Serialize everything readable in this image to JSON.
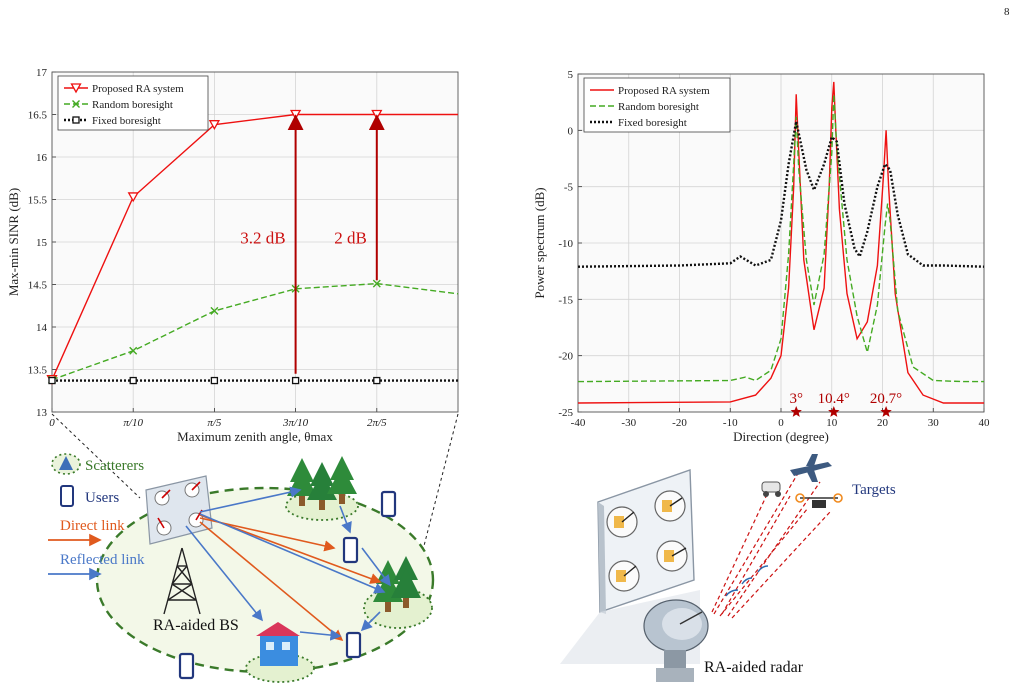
{
  "page_number": "8",
  "chart_data": [
    {
      "type": "line",
      "xlabel": "Maximum zenith angle, θmax",
      "ylabel": "Max-min SINR (dB)",
      "ylim": [
        13,
        17
      ],
      "yticks": [
        "13",
        "13.5",
        "14",
        "14.5",
        "15",
        "15.5",
        "16",
        "16.5",
        "17"
      ],
      "xticks": [
        "0",
        "π/10",
        "π/5",
        "3π/10",
        "2π/5"
      ],
      "xrange": [
        0,
        5
      ],
      "grid": true,
      "legend_position": "top-left",
      "series": [
        {
          "name": "Proposed RA system",
          "color": "#ee1111",
          "style": "solid",
          "marker": "triangle-down",
          "x": [
            0,
            1,
            2,
            3,
            4,
            5
          ],
          "y": [
            13.38,
            15.53,
            16.38,
            16.5,
            16.5,
            16.5
          ]
        },
        {
          "name": "Random boresight",
          "color": "#44aa22",
          "style": "dashed",
          "marker": "x",
          "x": [
            0,
            1,
            2,
            3,
            4,
            5
          ],
          "y": [
            13.38,
            13.72,
            14.19,
            14.45,
            14.51,
            14.39
          ]
        },
        {
          "name": "Fixed boresight",
          "color": "#111111",
          "style": "dotted",
          "marker": "square",
          "x": [
            0,
            1,
            2,
            3,
            4,
            5
          ],
          "y": [
            13.37,
            13.37,
            13.37,
            13.37,
            13.37,
            13.37
          ]
        }
      ],
      "annotations": [
        {
          "text": "3.2 dB",
          "x": 3,
          "from": 13.45,
          "to": 16.48,
          "label_y": 15.1
        },
        {
          "text": "2 dB",
          "x": 4,
          "from": 14.55,
          "to": 16.48,
          "label_y": 15.1
        }
      ]
    },
    {
      "type": "line",
      "xlabel": "Direction (degree)",
      "ylabel": "Power spectrum (dB)",
      "xlim": [
        -40,
        40
      ],
      "ylim": [
        -25,
        5
      ],
      "xticks": [
        "-40",
        "-30",
        "-20",
        "-10",
        "0",
        "10",
        "20",
        "30",
        "40"
      ],
      "yticks": [
        "-25",
        "-20",
        "-15",
        "-10",
        "-5",
        "0",
        "5"
      ],
      "grid": true,
      "legend_position": "top-left",
      "series": [
        {
          "name": "Proposed RA system",
          "color": "#ee1111",
          "style": "solid",
          "x": [
            -40,
            -10,
            -5,
            -2,
            0,
            1.5,
            2.5,
            3,
            3.5,
            4.5,
            6.5,
            8.5,
            9.5,
            10,
            10.4,
            10.8,
            11.5,
            13,
            15,
            17,
            19,
            20.2,
            20.7,
            21.2,
            22.5,
            25,
            28,
            32,
            40
          ],
          "y": [
            -24.2,
            -24.1,
            -23.5,
            -22,
            -20,
            -14,
            -5,
            3.2,
            -2,
            -11.5,
            -17.7,
            -14,
            -5,
            2,
            4.3,
            0,
            -7,
            -14.5,
            -18.5,
            -17,
            -12,
            -4,
            0,
            -5,
            -14.5,
            -21.5,
            -23.5,
            -24.2,
            -24.2
          ]
        },
        {
          "name": "Random boresight",
          "color": "#44aa22",
          "style": "dashed",
          "x": [
            -40,
            -10,
            -7,
            -5,
            -2,
            0,
            1.5,
            2.5,
            3,
            3.5,
            5,
            6.5,
            8.5,
            10,
            10.4,
            11,
            13,
            15,
            17,
            19,
            20.5,
            21,
            21.5,
            23,
            26,
            30,
            36,
            40
          ],
          "y": [
            -22.3,
            -22.2,
            -21.9,
            -22.2,
            -21.3,
            -18.5,
            -11,
            -3,
            1.2,
            -3.5,
            -11.5,
            -15.5,
            -11,
            -2,
            3.2,
            -1.5,
            -11.5,
            -16.5,
            -19.7,
            -15.5,
            -8.5,
            -6.5,
            -8,
            -16,
            -21,
            -22.2,
            -22.3,
            -22.3
          ]
        },
        {
          "name": "Fixed boresight",
          "color": "#111111",
          "style": "dotted",
          "x": [
            -40,
            -20,
            -10,
            -8,
            -5,
            -2,
            0,
            1.5,
            3,
            5,
            6.5,
            8.5,
            10,
            11,
            12.5,
            14.5,
            15.5,
            17,
            19,
            20.5,
            21.5,
            23,
            25,
            28,
            32,
            40
          ],
          "y": [
            -12.1,
            -12,
            -11.8,
            -11.2,
            -12,
            -11.5,
            -8,
            -3,
            0.8,
            -3.5,
            -5.3,
            -3,
            -0.6,
            -1,
            -6.5,
            -10.5,
            -11.2,
            -9,
            -5,
            -3,
            -3.5,
            -7.5,
            -11,
            -12,
            -12,
            -12.1
          ]
        }
      ],
      "target_labels": [
        {
          "text": "3°",
          "x": 3
        },
        {
          "text": "10.4°",
          "x": 10.4
        },
        {
          "text": "20.7°",
          "x": 20.7
        }
      ]
    }
  ],
  "illustration_left": {
    "legend": {
      "scatterers": "Scatterers",
      "users": "Users",
      "direct_link": "Direct link",
      "reflected_link": "Reflected link"
    },
    "bs_label": "RA-aided BS",
    "colors": {
      "direct": "#e05a1e",
      "reflected": "#4a78c8",
      "ellipse": "#3a7a2a"
    }
  },
  "illustration_right": {
    "targets_label": "Targets",
    "radar_label": "RA-aided radar"
  }
}
